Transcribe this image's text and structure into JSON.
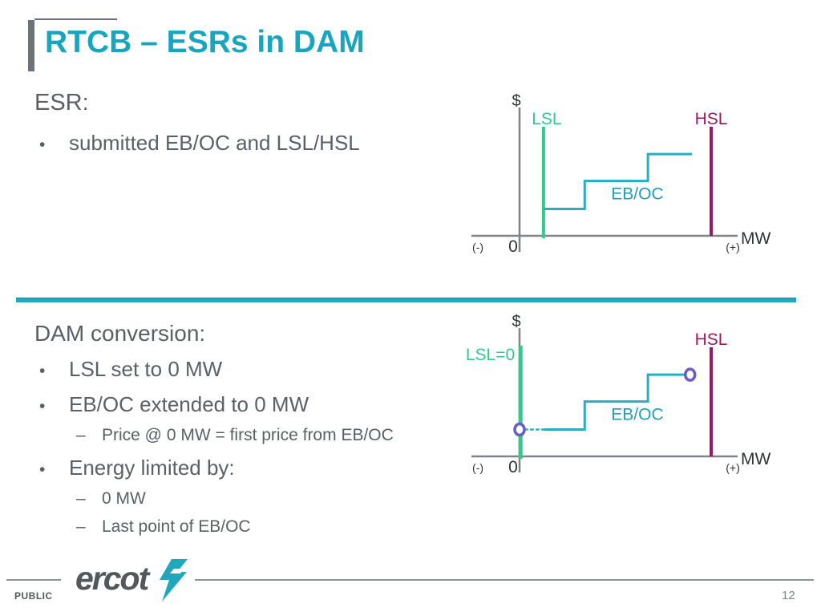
{
  "slide": {
    "title": "RTCB – ESRs in DAM",
    "page_number": "12",
    "footer_classification": "PUBLIC",
    "logo_text": "ercot"
  },
  "colors": {
    "title_teal": "#18a5c0",
    "divider_teal": "#1fa9bd",
    "body_text": "#5a6065",
    "axis_gray": "#808487",
    "axis_text": "#2f3336",
    "lsl_green": "#2ecb8d",
    "hsl_magenta": "#9a1a61",
    "eboc_teal": "#29adc6",
    "eboc_label_teal": "#1f9fb5",
    "marker_purple": "#6a5cc9",
    "footer_gray": "#8d9296",
    "logo_gray": "#53585c",
    "title_bar_gray": "#6d7278"
  },
  "esr_section": {
    "heading": "ESR:",
    "bullets": [
      {
        "level": 1,
        "marker": "•",
        "text": "submitted EB/OC and LSL/HSL"
      }
    ]
  },
  "dam_section": {
    "heading": "DAM conversion:",
    "bullets": [
      {
        "level": 1,
        "marker": "•",
        "text": "LSL set to 0 MW"
      },
      {
        "level": 1,
        "marker": "•",
        "text": "EB/OC extended to 0 MW"
      },
      {
        "level": 2,
        "marker": "–",
        "text": "Price @ 0 MW = first price from EB/OC"
      },
      {
        "level": 1,
        "marker": "•",
        "text": "Energy limited by:"
      },
      {
        "level": 2,
        "marker": "–",
        "text": "0 MW"
      },
      {
        "level": 2,
        "marker": "–",
        "text": "Last point of EB/OC"
      }
    ]
  },
  "chart_data": [
    {
      "id": "submitted-eboc-chart",
      "type": "line",
      "subtype": "step",
      "ylabel": "$",
      "xlabel": "MW",
      "x_axis": {
        "neg_label": "(-)",
        "origin_label": "0",
        "pos_label": "(+)",
        "numeric_scale": false
      },
      "units_note": "x normalized 0..1 of HSL, y normalized price (no numeric scale shown)",
      "lsl": {
        "label": "LSL",
        "x": 0.125,
        "label_side": "top",
        "color": "#2ecb8d"
      },
      "hsl": {
        "label": "HSL",
        "x": 1.0,
        "label_side": "top",
        "color": "#9a1a61"
      },
      "eboc": {
        "label": "EB/OC",
        "label_pos": {
          "x": 0.615,
          "y": 0.34
        },
        "color": "#29adc6",
        "label_color": "#1f9fb5",
        "points": [
          [
            0.125,
            0.25
          ],
          [
            0.34,
            0.25
          ],
          [
            0.34,
            0.51
          ],
          [
            0.67,
            0.51
          ],
          [
            0.67,
            0.76
          ],
          [
            0.9,
            0.76
          ]
        ],
        "dotted_extension": []
      },
      "markers": [],
      "marker_color": "#6a5cc9"
    },
    {
      "id": "dam-converted-eboc-chart",
      "type": "line",
      "subtype": "step",
      "ylabel": "$",
      "xlabel": "MW",
      "x_axis": {
        "neg_label": "(-)",
        "origin_label": "0",
        "pos_label": "(+)",
        "numeric_scale": false
      },
      "units_note": "x normalized 0..1 of HSL, y normalized price (no numeric scale shown)",
      "lsl": {
        "label": "LSL=0",
        "x": 0.005,
        "label_side": "left",
        "color": "#2ecb8d"
      },
      "hsl": {
        "label": "HSL",
        "x": 1.0,
        "label_side": "top",
        "color": "#9a1a61"
      },
      "eboc": {
        "label": "EB/OC",
        "label_pos": {
          "x": 0.615,
          "y": 0.34
        },
        "color": "#29adc6",
        "label_color": "#1f9fb5",
        "points": [
          [
            0.13,
            0.25
          ],
          [
            0.34,
            0.25
          ],
          [
            0.34,
            0.51
          ],
          [
            0.67,
            0.51
          ],
          [
            0.67,
            0.76
          ],
          [
            0.87,
            0.76
          ]
        ],
        "dotted_extension": [
          [
            0.03,
            0.25
          ],
          [
            0.13,
            0.25
          ]
        ]
      },
      "markers": [
        {
          "x": 0.0,
          "y": 0.25
        },
        {
          "x": 0.89,
          "y": 0.76
        }
      ],
      "marker_color": "#6a5cc9"
    }
  ]
}
